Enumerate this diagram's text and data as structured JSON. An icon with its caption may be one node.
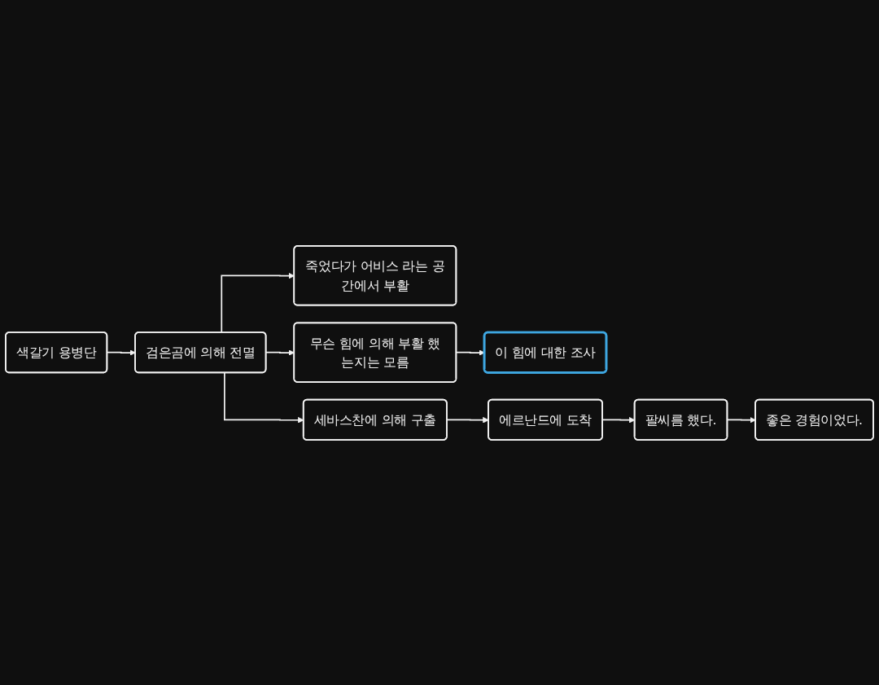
{
  "diagram": {
    "nodes": [
      {
        "text": [
          "색갈기 용병단"
        ]
      },
      {
        "text": [
          "검은곰에 의해 전멸"
        ]
      },
      {
        "text": [
          "죽었다가 어비스 라는 공간에서 부활"
        ]
      },
      {
        "text": [
          "무슨 힘에 의해 부활 했는지는 모름"
        ]
      },
      {
        "text": [
          "이 힘에 대한 조사"
        ]
      },
      {
        "text": [
          "세바스찬에 의해 구출"
        ]
      },
      {
        "text": [
          "에르난드에 도착"
        ]
      },
      {
        "text": [
          "팔씨름 했다."
        ]
      },
      {
        "text": [
          "좋은 경험이었다."
        ]
      }
    ],
    "edges": [
      {
        "from": 0,
        "to": 1,
        "arrow": "to"
      },
      {
        "from": 1,
        "to": 2,
        "arrow": "to"
      },
      {
        "from": 1,
        "to": 3,
        "arrow": "to"
      },
      {
        "from": 3,
        "to": 4,
        "arrow": "to"
      },
      {
        "from": 1,
        "to": 5,
        "arrow": "to"
      },
      {
        "from": 5,
        "to": 6,
        "arrow": "to"
      },
      {
        "from": 6,
        "to": 7,
        "arrow": "to"
      },
      {
        "from": 7,
        "to": 8,
        "arrow": "to"
      }
    ]
  }
}
